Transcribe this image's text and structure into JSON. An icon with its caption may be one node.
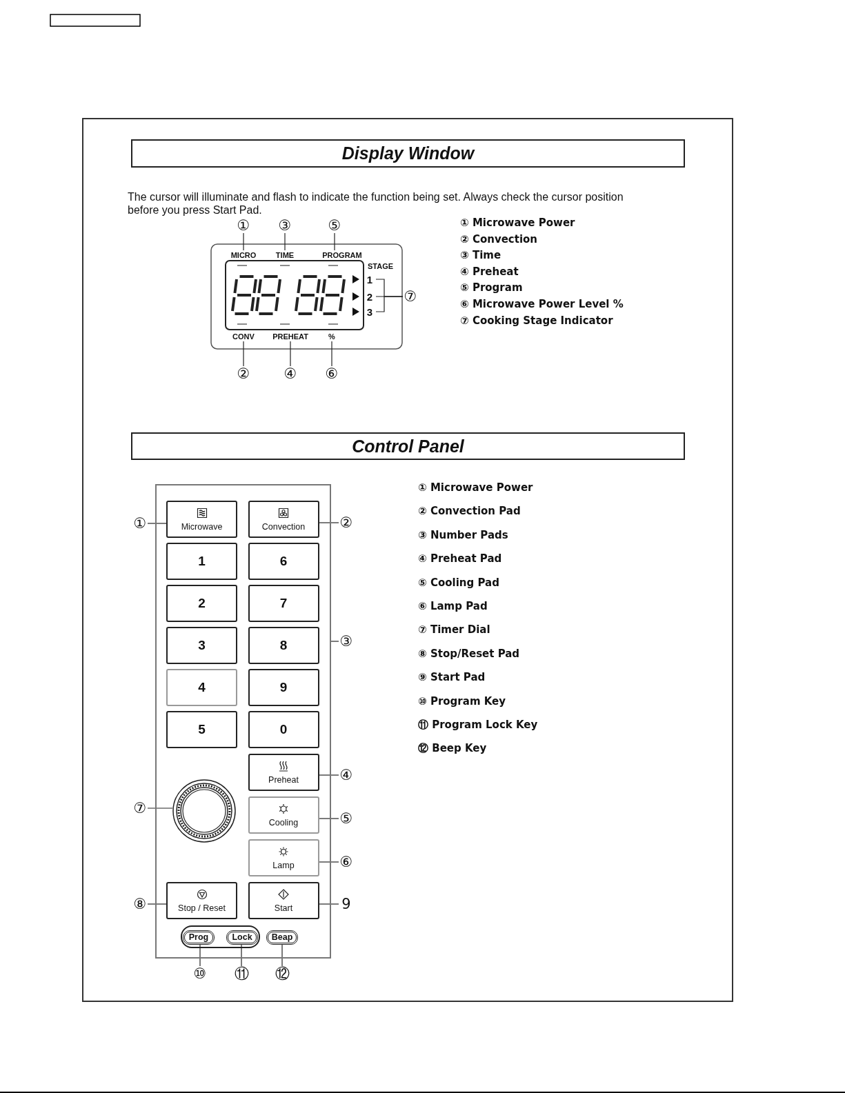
{
  "diagram": {
    "nodes": [
      {
        "text": [
          "Display Window"
        ]
      },
      {
        "text": [
          "①"
        ]
      },
      {
        "text": [
          "③"
        ]
      },
      {
        "text": [
          "⑤"
        ]
      },
      {
        "text": [
          "MICRO"
        ]
      },
      {
        "text": [
          "TIME"
        ]
      },
      {
        "text": [
          "PROGRAM"
        ]
      },
      {
        "text": [
          "CONV"
        ]
      },
      {
        "text": [
          "PREHEAT"
        ]
      },
      {
        "text": [
          "%"
        ]
      },
      {
        "text": [
          "②"
        ]
      },
      {
        "text": [
          "④"
        ]
      },
      {
        "text": [
          "⑥"
        ]
      },
      {
        "text": [
          "1"
        ]
      },
      {
        "text": [
          "2"
        ]
      },
      {
        "text": [
          "3"
        ]
      },
      {
        "text": [
          "⑦"
        ]
      },
      {
        "text": [
          "Control Panel"
        ]
      },
      {
        "text": [],
        "shape": "box"
      },
      {
        "text": [
          "Microwave"
        ],
        "in": 18
      },
      {
        "text": [
          "Convection"
        ],
        "in": 18
      },
      {
        "text": [
          "1"
        ],
        "in": 18
      },
      {
        "text": [
          "6"
        ],
        "in": 18
      },
      {
        "text": [
          "2"
        ],
        "in": 18
      },
      {
        "text": [
          "7"
        ],
        "in": 18
      },
      {
        "text": [
          "3"
        ],
        "in": 18
      },
      {
        "text": [
          "8"
        ],
        "in": 18
      },
      {
        "text": [
          "4"
        ],
        "in": 18
      },
      {
        "text": [
          "9"
        ],
        "in": 18
      },
      {
        "text": [
          "5"
        ],
        "in": 18
      },
      {
        "text": [
          "0"
        ],
        "in": 18
      },
      {
        "text": [
          "Preheat"
        ],
        "in": 18
      },
      {
        "text": [],
        "shape": "circle",
        "in": 18
      },
      {
        "text": [
          "Cooling"
        ],
        "in": 18
      },
      {
        "text": [
          "Lamp"
        ],
        "in": 18
      },
      {
        "text": [
          "Stop / Reset"
        ],
        "in": 18
      },
      {
        "text": [
          "Start"
        ],
        "in": 18
      },
      {
        "text": [
          "Prog"
        ],
        "in": 18
      },
      {
        "text": [
          "Lock"
        ],
        "in": 18
      },
      {
        "text": [
          "Beap"
        ],
        "in": 18
      },
      {
        "text": [
          "①"
        ]
      },
      {
        "text": [
          "②"
        ]
      },
      {
        "text": [
          "③"
        ]
      },
      {
        "text": [
          "④"
        ]
      },
      {
        "text": [
          "⑦"
        ]
      },
      {
        "text": [
          "⑤"
        ]
      },
      {
        "text": [
          "⑥"
        ]
      },
      {
        "text": [
          "⑧"
        ]
      },
      {
        "text": [
          "9"
        ]
      },
      {
        "text": [
          "⑩"
        ]
      },
      {
        "text": [
          "⑪"
        ]
      },
      {
        "text": [
          "⑫"
        ]
      }
    ],
    "edges": [
      {
        "from": 1,
        "to": 4,
        "arrow": "none"
      },
      {
        "from": 2,
        "to": 5,
        "arrow": "none"
      },
      {
        "from": 3,
        "to": 6,
        "arrow": "none"
      },
      {
        "from": 10,
        "to": 7,
        "arrow": "none"
      },
      {
        "from": 11,
        "to": 8,
        "arrow": "none"
      },
      {
        "from": 12,
        "to": 9,
        "arrow": "none"
      },
      {
        "from": 16,
        "to": 13,
        "arrow": "none"
      },
      {
        "from": 16,
        "to": 14,
        "arrow": "none"
      },
      {
        "from": 16,
        "to": 15,
        "arrow": "none"
      },
      {
        "from": 40,
        "to": 19,
        "arrow": "none"
      },
      {
        "from": 41,
        "to": 20,
        "arrow": "none"
      },
      {
        "from": 42,
        "to": 18,
        "arrow": "none"
      },
      {
        "from": 43,
        "to": 31,
        "arrow": "none"
      },
      {
        "from": 44,
        "to": 32,
        "arrow": "none"
      },
      {
        "from": 45,
        "to": 33,
        "arrow": "none"
      },
      {
        "from": 46,
        "to": 34,
        "arrow": "none"
      },
      {
        "from": 47,
        "to": 35,
        "arrow": "none"
      },
      {
        "from": 48,
        "to": 36,
        "arrow": "none"
      },
      {
        "from": 49,
        "to": 37,
        "arrow": "none"
      },
      {
        "from": 50,
        "to": 38,
        "arrow": "none"
      },
      {
        "from": 51,
        "to": 39,
        "arrow": "none"
      }
    ],
    "labels": [
      "The cursor will illuminate and flash to indicate the function being set. Always check the cursor position before you press Start Pad.",
      "STAGE",
      "① Microwave Power",
      "② Convection",
      "③ Time",
      "④ Preheat",
      "⑤ Program",
      "⑥ Microwave Power Level  %",
      "⑦ Cooking Stage Indicator",
      "① Microwave Power",
      "② Convection Pad",
      "③ Number Pads",
      "④ Preheat Pad",
      "⑤ Cooling Pad",
      "⑥ Lamp Pad",
      "⑦ Timer Dial",
      "⑧ Stop/Reset Pad",
      "⑨ Start Pad",
      "⑩ Program Key",
      "⑪ Program Lock Key",
      "⑫ Beep Key"
    ]
  }
}
